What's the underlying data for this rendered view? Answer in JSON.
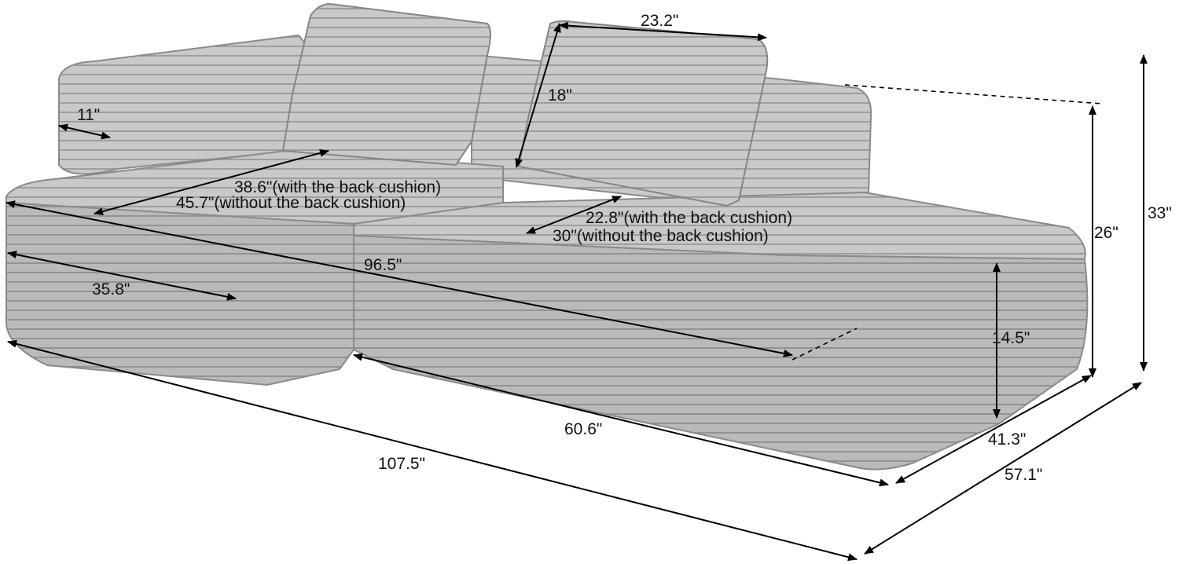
{
  "colors": {
    "sofa": "#c9c9c9",
    "sofa_shadow": "#b4b4b4",
    "cushion": "#bdbdbd",
    "rib": "#9e9e9e",
    "ink": "#000000"
  },
  "dimensions": {
    "pillow_width": "23.2\"",
    "pillow_height": "18\"",
    "arm_width": "11\"",
    "left_depth_with": "38.6\"(with the back cushion)",
    "left_depth_without": "45.7\"(without the back cushion)",
    "seat_depth_with": "22.8\"(with the back cushion)",
    "seat_depth_without": "30\"(without the back cushion)",
    "inner_length": "96.5\"",
    "chaise_width": "35.8\"",
    "back_height": "26\"",
    "total_height": "33\"",
    "seat_height": "14.5\"",
    "front_length": "60.6\"",
    "total_length": "107.5\"",
    "chaise_depth": "41.3\"",
    "total_depth": "57.1\""
  }
}
